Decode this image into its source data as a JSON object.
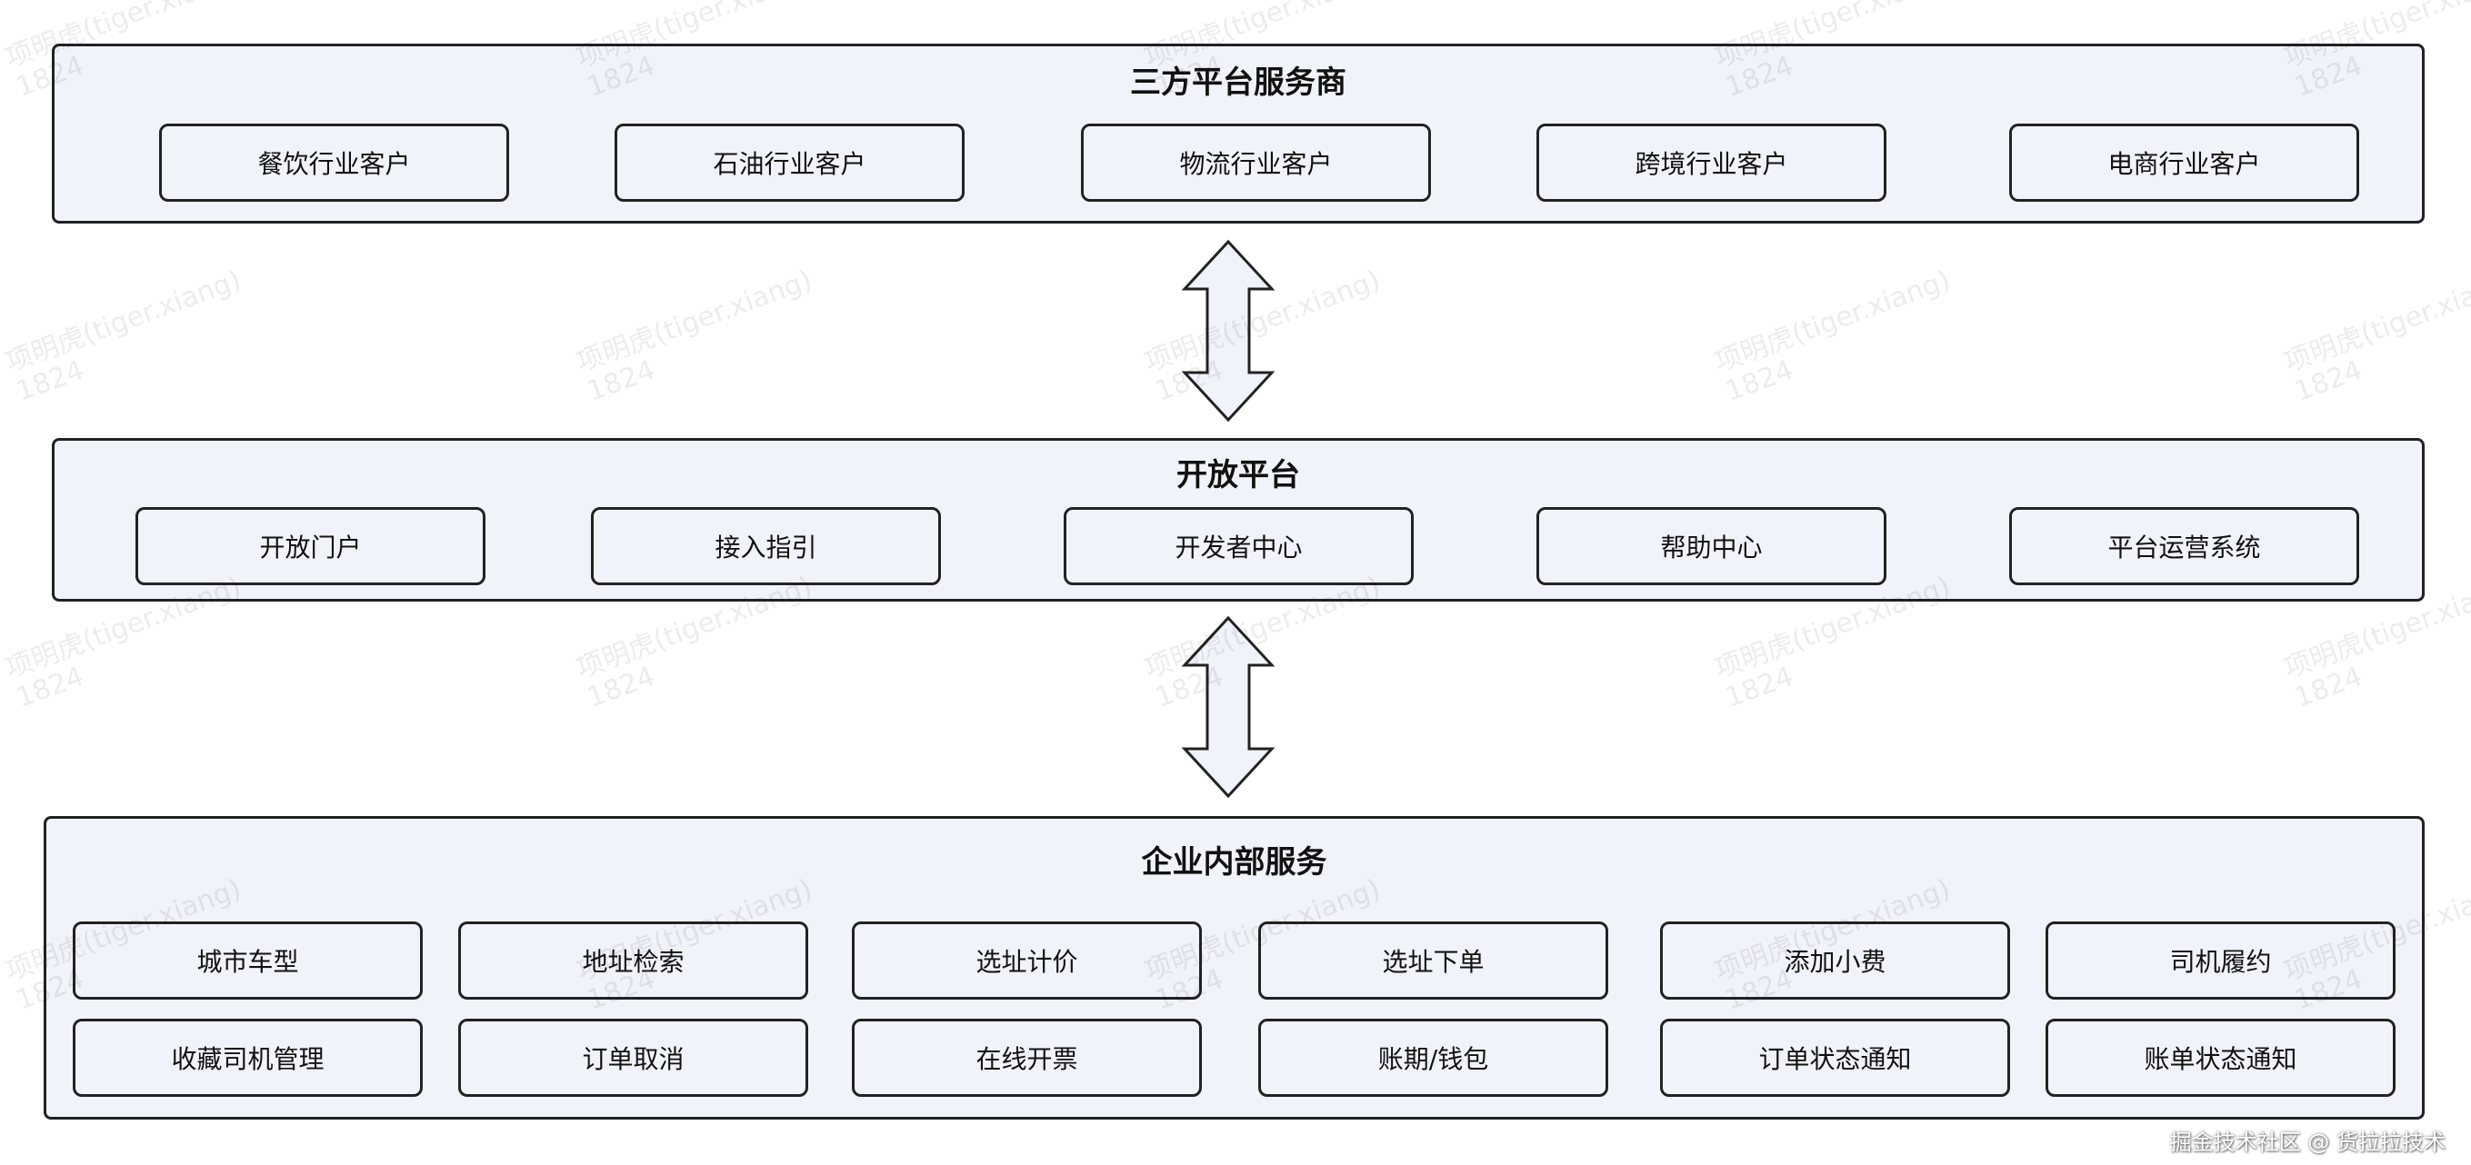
{
  "top_panel": {
    "title": "三方平台服务商",
    "items": [
      "餐饮行业客户",
      "石油行业客户",
      "物流行业客户",
      "跨境行业客户",
      "电商行业客户"
    ]
  },
  "middle_panel": {
    "title": "开放平台",
    "items": [
      "开放门户",
      "接入指引",
      "开发者中心",
      "帮助中心",
      "平台运营系统"
    ]
  },
  "bottom_panel": {
    "title": "企业内部服务",
    "row1": [
      "城市车型",
      "地址检索",
      "选址计价",
      "选址下单",
      "添加小费",
      "司机履约"
    ],
    "row2": [
      "收藏司机管理",
      "订单取消",
      "在线开票",
      "账期/钱包",
      "订单状态通知",
      "账单状态通知"
    ]
  },
  "watermark": {
    "line1": "项明虎(tiger.xiang)",
    "line2": "1824"
  },
  "footer": "掘金技术社区 @ 货拉拉技术",
  "colors": {
    "panel_fill": "#f1f3fa",
    "border": "#222222"
  }
}
